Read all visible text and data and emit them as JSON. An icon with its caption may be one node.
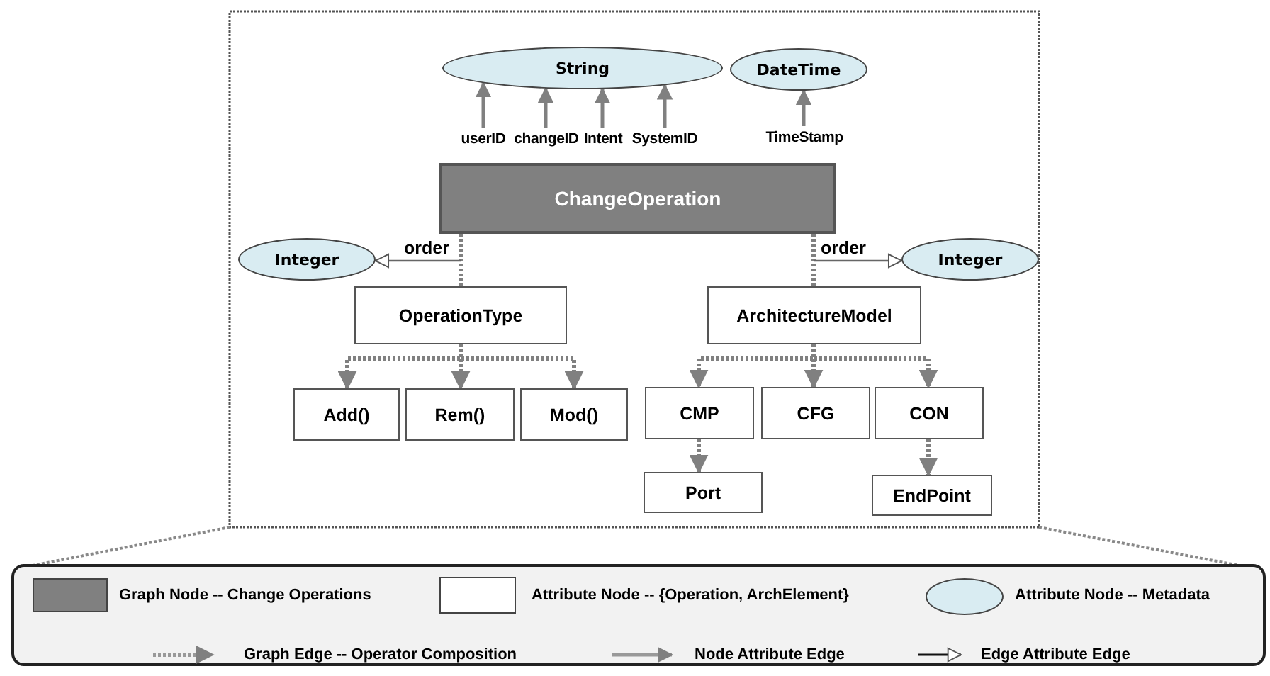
{
  "diagram": {
    "nodes": [
      {
        "text": [
          "String"
        ]
      },
      {
        "text": [
          "DateTime"
        ]
      },
      {
        "text": [
          "userID"
        ]
      },
      {
        "text": [
          "changeID"
        ]
      },
      {
        "text": [
          "Intent"
        ]
      },
      {
        "text": [
          "SystemID"
        ]
      },
      {
        "text": [
          "TimeStamp"
        ]
      },
      {
        "text": [
          "ChangeOperation"
        ]
      },
      {
        "text": [
          "Integer"
        ]
      },
      {
        "text": [
          "OperationType"
        ]
      },
      {
        "text": [
          "ArchitectureModel"
        ]
      },
      {
        "text": [
          "Integer"
        ]
      },
      {
        "text": [
          "Add()"
        ]
      },
      {
        "text": [
          "Rem()"
        ]
      },
      {
        "text": [
          "Mod()"
        ]
      },
      {
        "text": [
          "CMP"
        ]
      },
      {
        "text": [
          "CFG"
        ]
      },
      {
        "text": [
          "CON"
        ]
      },
      {
        "text": [
          "Port"
        ]
      },
      {
        "text": [
          "EndPoint"
        ]
      }
    ],
    "edges": [
      {
        "from": 2,
        "to": 0,
        "arrow": "to"
      },
      {
        "from": 3,
        "to": 0,
        "arrow": "to"
      },
      {
        "from": 4,
        "to": 0,
        "arrow": "to"
      },
      {
        "from": 5,
        "to": 0,
        "arrow": "to"
      },
      {
        "from": 6,
        "to": 1,
        "arrow": "to"
      },
      {
        "from": 7,
        "to": 9,
        "arrow": "none",
        "style": "dashed"
      },
      {
        "from": null,
        "to": 8,
        "arrow": "to",
        "label": "order"
      },
      {
        "from": 7,
        "to": 10,
        "arrow": "none",
        "style": "dashed"
      },
      {
        "from": null,
        "to": 11,
        "arrow": "to",
        "label": "order"
      },
      {
        "from": 9,
        "to": 12,
        "arrow": "to",
        "style": "dashed"
      },
      {
        "from": 9,
        "to": 13,
        "arrow": "to",
        "style": "dashed"
      },
      {
        "from": 9,
        "to": 14,
        "arrow": "to",
        "style": "dashed"
      },
      {
        "from": 10,
        "to": 15,
        "arrow": "to",
        "style": "dashed"
      },
      {
        "from": 10,
        "to": 16,
        "arrow": "to",
        "style": "dashed"
      },
      {
        "from": 10,
        "to": 17,
        "arrow": "to",
        "style": "dashed"
      },
      {
        "from": 15,
        "to": 18,
        "arrow": "to",
        "style": "dashed"
      },
      {
        "from": 17,
        "to": 19,
        "arrow": "to",
        "style": "dashed"
      }
    ],
    "legend": [
      {
        "text": "Graph Node -- Change Operations",
        "color": "#808080"
      },
      {
        "text": "Attribute Node -- {Operation, ArchElement}",
        "color": "#ffffff"
      },
      {
        "text": "Attribute Node -- Metadata",
        "color": "#d9ecf2"
      },
      {
        "text": "Graph Edge -- Operator Composition"
      },
      {
        "text": "Node Attribute Edge"
      },
      {
        "text": "Edge Attribute Edge"
      }
    ]
  }
}
